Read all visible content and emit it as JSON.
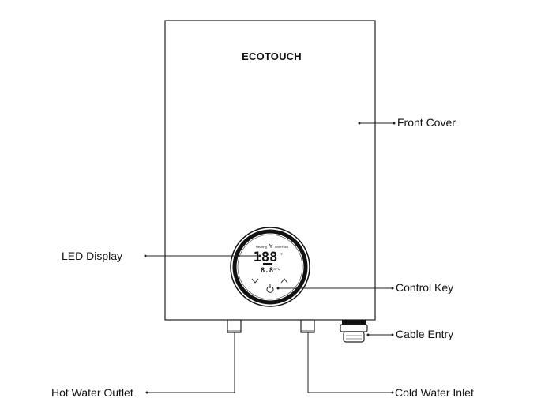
{
  "device": {
    "brand": "ECOTOUCH"
  },
  "display": {
    "readout": "188",
    "unit": "°F",
    "secondary_readout": "8.8",
    "indicator_heating": "Heating",
    "indicator_overflow": "OverFlow",
    "indicator_small_unit": "GPM",
    "power_icon": "power-icon",
    "down_icon": "chevron-down-icon",
    "up_icon": "chevron-up-icon"
  },
  "callouts": {
    "front_cover": "Front Cover",
    "led_display": "LED Display",
    "control_key": "Control Key",
    "cable_entry": "Cable Entry",
    "hot_water_outlet": "Hot Water Outlet",
    "cold_water_inlet": "Cold Water Inlet"
  }
}
